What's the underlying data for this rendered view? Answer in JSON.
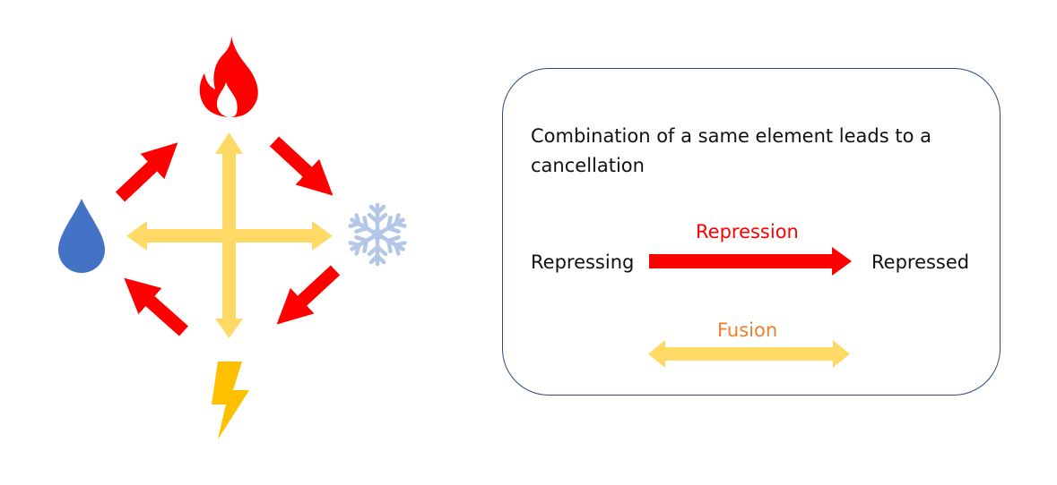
{
  "colors": {
    "repression": "#ff0000",
    "fusion": "#ffd966",
    "fire": "#ff0000",
    "water": "#4472c4",
    "ice": "#b4c7e7",
    "lightning": "#ffc000",
    "fusion_label": "#ed7d31",
    "box_border": "#2f4b7c"
  },
  "icons": {
    "top": "fire-icon",
    "left": "water-drop-icon",
    "right": "snowflake-icon",
    "bottom": "lightning-icon"
  },
  "legend": {
    "description": "Combination of a same element leads to a cancellation",
    "repressing_label": "Repressing",
    "repressed_label": "Repressed",
    "repression_label": "Repression",
    "fusion_label": "Fusion"
  }
}
